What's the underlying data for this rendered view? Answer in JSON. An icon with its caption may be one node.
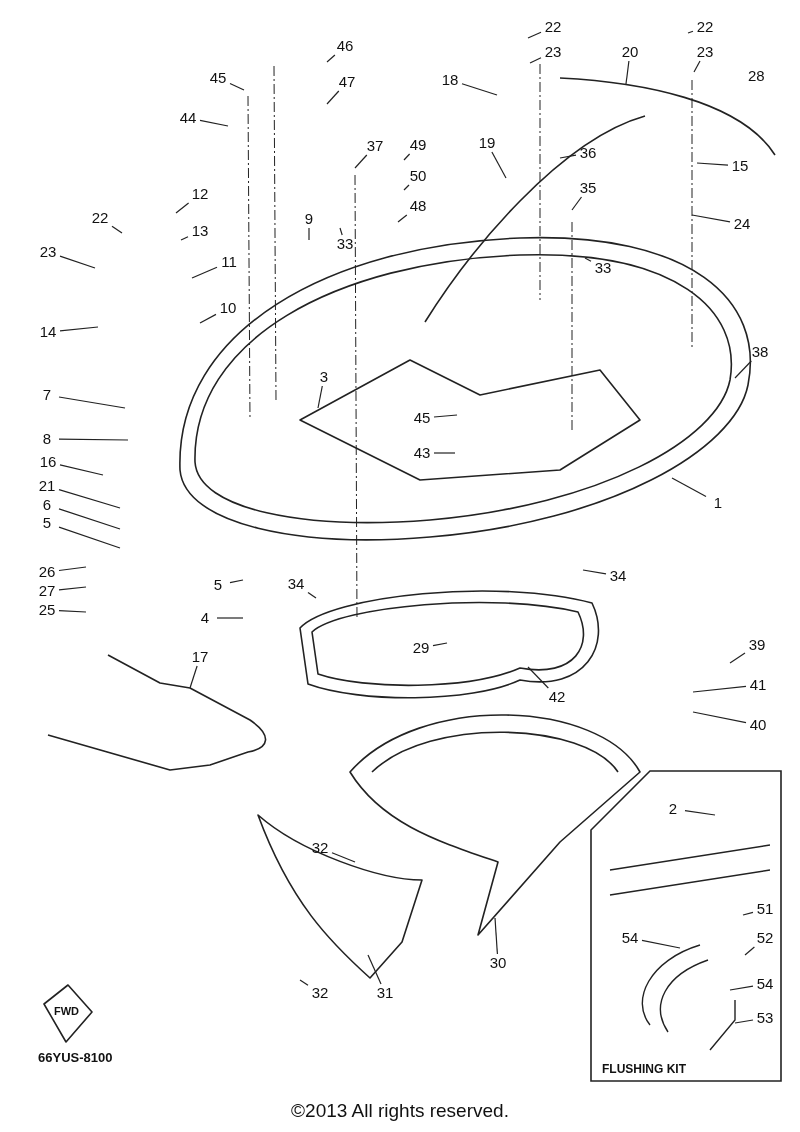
{
  "diagram": {
    "nodes": [
      {
        "text": [
          "46"
        ]
      },
      {
        "text": [
          "45"
        ]
      },
      {
        "text": [
          "47"
        ]
      },
      {
        "text": [
          "22"
        ]
      },
      {
        "text": [
          "23"
        ]
      },
      {
        "text": [
          "22"
        ]
      },
      {
        "text": [
          "23"
        ]
      },
      {
        "text": [
          "20"
        ]
      },
      {
        "text": [
          "18"
        ]
      },
      {
        "text": [
          "44"
        ]
      },
      {
        "text": [
          "37"
        ]
      },
      {
        "text": [
          "49"
        ]
      },
      {
        "text": [
          "19"
        ]
      },
      {
        "text": [
          "36"
        ]
      },
      {
        "text": [
          "15"
        ]
      },
      {
        "text": [
          "50"
        ]
      },
      {
        "text": [
          "35"
        ]
      },
      {
        "text": [
          "12"
        ]
      },
      {
        "text": [
          "22"
        ]
      },
      {
        "text": [
          "48"
        ]
      },
      {
        "text": [
          "9"
        ]
      },
      {
        "text": [
          "13"
        ]
      },
      {
        "text": [
          "24"
        ]
      },
      {
        "text": [
          "33"
        ]
      },
      {
        "text": [
          "23"
        ]
      },
      {
        "text": [
          "11"
        ]
      },
      {
        "text": [
          "33"
        ]
      },
      {
        "text": [
          "10"
        ]
      },
      {
        "text": [
          "14"
        ]
      },
      {
        "text": [
          "38"
        ]
      },
      {
        "text": [
          "3"
        ]
      },
      {
        "text": [
          "7"
        ]
      },
      {
        "text": [
          "45"
        ]
      },
      {
        "text": [
          "8"
        ]
      },
      {
        "text": [
          "43"
        ]
      },
      {
        "text": [
          "16"
        ]
      },
      {
        "text": [
          "21"
        ]
      },
      {
        "text": [
          "6"
        ]
      },
      {
        "text": [
          "5"
        ]
      },
      {
        "text": [
          "1"
        ]
      },
      {
        "text": [
          "26"
        ]
      },
      {
        "text": [
          "27"
        ]
      },
      {
        "text": [
          "5"
        ]
      },
      {
        "text": [
          "34"
        ]
      },
      {
        "text": [
          "34"
        ]
      },
      {
        "text": [
          "25"
        ]
      },
      {
        "text": [
          "4"
        ]
      },
      {
        "text": [
          "29"
        ]
      },
      {
        "text": [
          "39"
        ]
      },
      {
        "text": [
          "17"
        ]
      },
      {
        "text": [
          "41"
        ]
      },
      {
        "text": [
          "42"
        ]
      },
      {
        "text": [
          "40"
        ]
      },
      {
        "text": [
          "32"
        ]
      },
      {
        "text": [
          "30"
        ]
      },
      {
        "text": [
          "32"
        ]
      },
      {
        "text": [
          "31"
        ]
      },
      {
        "text": [
          "FLUSHING KIT"
        ]
      },
      {
        "text": [
          "2"
        ],
        "in": 57
      },
      {
        "text": [
          "51"
        ],
        "in": 57
      },
      {
        "text": [
          "54"
        ],
        "in": 57
      },
      {
        "text": [
          "52"
        ],
        "in": 57
      },
      {
        "text": [
          "54"
        ],
        "in": 57
      },
      {
        "text": [
          "53"
        ],
        "in": 57
      }
    ],
    "edges": [
      {
        "from": 0,
        "to": null,
        "arrow": "none"
      },
      {
        "from": 1,
        "to": null,
        "arrow": "none"
      },
      {
        "from": 2,
        "to": null,
        "arrow": "none"
      },
      {
        "from": 3,
        "to": null,
        "arrow": "none"
      },
      {
        "from": 4,
        "to": null,
        "arrow": "none"
      },
      {
        "from": 5,
        "to": null,
        "arrow": "none"
      },
      {
        "from": 6,
        "to": null,
        "arrow": "none"
      },
      {
        "from": 7,
        "to": null,
        "arrow": "none"
      },
      {
        "from": 8,
        "to": null,
        "arrow": "none"
      },
      {
        "from": 9,
        "to": null,
        "arrow": "none"
      },
      {
        "from": 10,
        "to": null,
        "arrow": "none"
      },
      {
        "from": 11,
        "to": null,
        "arrow": "none"
      },
      {
        "from": 12,
        "to": null,
        "arrow": "none"
      },
      {
        "from": 13,
        "to": null,
        "arrow": "none"
      },
      {
        "from": 14,
        "to": null,
        "arrow": "none"
      },
      {
        "from": 15,
        "to": null,
        "arrow": "none"
      },
      {
        "from": 16,
        "to": null,
        "arrow": "none"
      },
      {
        "from": 17,
        "to": null,
        "arrow": "none"
      },
      {
        "from": 18,
        "to": null,
        "arrow": "none"
      },
      {
        "from": 19,
        "to": null,
        "arrow": "none"
      },
      {
        "from": 20,
        "to": null,
        "arrow": "none"
      },
      {
        "from": 21,
        "to": null,
        "arrow": "none"
      },
      {
        "from": 22,
        "to": null,
        "arrow": "none"
      },
      {
        "from": 23,
        "to": null,
        "arrow": "none"
      },
      {
        "from": 24,
        "to": null,
        "arrow": "none"
      },
      {
        "from": 25,
        "to": null,
        "arrow": "none"
      },
      {
        "from": 26,
        "to": null,
        "arrow": "none"
      },
      {
        "from": 27,
        "to": null,
        "arrow": "none"
      },
      {
        "from": 28,
        "to": null,
        "arrow": "none"
      },
      {
        "from": 29,
        "to": null,
        "arrow": "none"
      },
      {
        "from": 30,
        "to": null,
        "arrow": "none"
      },
      {
        "from": 31,
        "to": null,
        "arrow": "none"
      },
      {
        "from": 32,
        "to": null,
        "arrow": "none"
      },
      {
        "from": 33,
        "to": null,
        "arrow": "none"
      },
      {
        "from": 34,
        "to": null,
        "arrow": "none"
      },
      {
        "from": 35,
        "to": null,
        "arrow": "none"
      },
      {
        "from": 36,
        "to": null,
        "arrow": "none"
      },
      {
        "from": 37,
        "to": null,
        "arrow": "none"
      },
      {
        "from": 38,
        "to": null,
        "arrow": "none"
      },
      {
        "from": 39,
        "to": null,
        "arrow": "none"
      },
      {
        "from": 40,
        "to": null,
        "arrow": "none"
      },
      {
        "from": 41,
        "to": null,
        "arrow": "none"
      },
      {
        "from": 42,
        "to": null,
        "arrow": "none"
      },
      {
        "from": 43,
        "to": null,
        "arrow": "none"
      },
      {
        "from": 44,
        "to": null,
        "arrow": "none"
      },
      {
        "from": 45,
        "to": null,
        "arrow": "none"
      },
      {
        "from": 46,
        "to": null,
        "arrow": "none"
      },
      {
        "from": 47,
        "to": null,
        "arrow": "none"
      },
      {
        "from": 48,
        "to": null,
        "arrow": "none"
      },
      {
        "from": 49,
        "to": null,
        "arrow": "none"
      },
      {
        "from": 50,
        "to": null,
        "arrow": "none"
      },
      {
        "from": 51,
        "to": null,
        "arrow": "none"
      },
      {
        "from": 52,
        "to": null,
        "arrow": "none"
      },
      {
        "from": 53,
        "to": null,
        "arrow": "none"
      },
      {
        "from": 54,
        "to": null,
        "arrow": "none"
      },
      {
        "from": 55,
        "to": null,
        "arrow": "none"
      },
      {
        "from": 56,
        "to": null,
        "arrow": "none"
      },
      {
        "from": 58,
        "to": null,
        "arrow": "none"
      },
      {
        "from": 59,
        "to": null,
        "arrow": "none"
      },
      {
        "from": 60,
        "to": null,
        "arrow": "none"
      },
      {
        "from": 61,
        "to": null,
        "arrow": "none"
      },
      {
        "from": 62,
        "to": null,
        "arrow": "none"
      },
      {
        "from": 63,
        "to": null,
        "arrow": "none"
      }
    ],
    "labels": [
      "28",
      "FWD",
      "66YUS-8100",
      "©2013 All rights reserved."
    ]
  }
}
